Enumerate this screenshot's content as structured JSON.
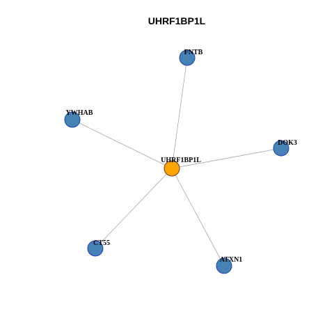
{
  "title": "UHRF1BP1L",
  "colors": {
    "center_fill": "#FFA500",
    "center_stroke": "#6b3b1a",
    "neighbor_fill": "#4682B4",
    "neighbor_stroke": "#1f3fbf",
    "edge": "#a6a6a6"
  },
  "graph": {
    "center": {
      "id": "UHRF1BP1L",
      "label": "UHRF1BP1L"
    },
    "neighbors": [
      {
        "id": "FNTB",
        "label": "FNTB"
      },
      {
        "id": "YWHAB",
        "label": "YWHAB"
      },
      {
        "id": "DOK3",
        "label": "DOK3"
      },
      {
        "id": "CT55",
        "label": "CT55"
      },
      {
        "id": "ATXN1",
        "label": "ATXN1"
      }
    ],
    "edges": [
      [
        "UHRF1BP1L",
        "FNTB"
      ],
      [
        "UHRF1BP1L",
        "YWHAB"
      ],
      [
        "UHRF1BP1L",
        "DOK3"
      ],
      [
        "UHRF1BP1L",
        "CT55"
      ],
      [
        "UHRF1BP1L",
        "ATXN1"
      ]
    ]
  }
}
